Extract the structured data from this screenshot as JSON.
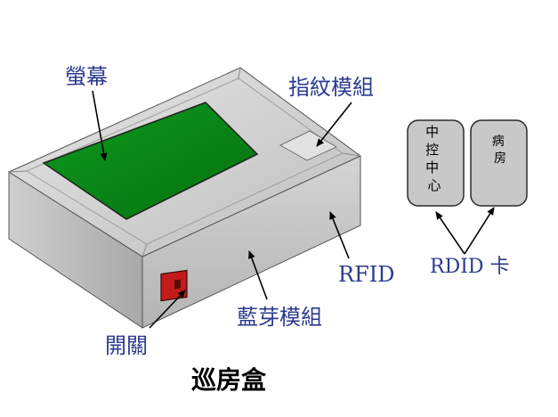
{
  "labels": {
    "screen": "螢幕",
    "fingerprint_module": "指紋模組",
    "rfid": "RFID",
    "bluetooth_module": "藍芽模組",
    "switch": "開關",
    "box_caption": "巡房盒",
    "card_label": "RDID 卡"
  },
  "cards": [
    {
      "text": [
        "中",
        "控",
        "中",
        "心"
      ]
    },
    {
      "text": [
        "病",
        "房"
      ]
    }
  ],
  "colors": {
    "label_blue": "#2b3a8f",
    "screen_green": "#0a8a1a",
    "switch_red": "#c41a1a",
    "box_gray": "#c8c8c8"
  }
}
